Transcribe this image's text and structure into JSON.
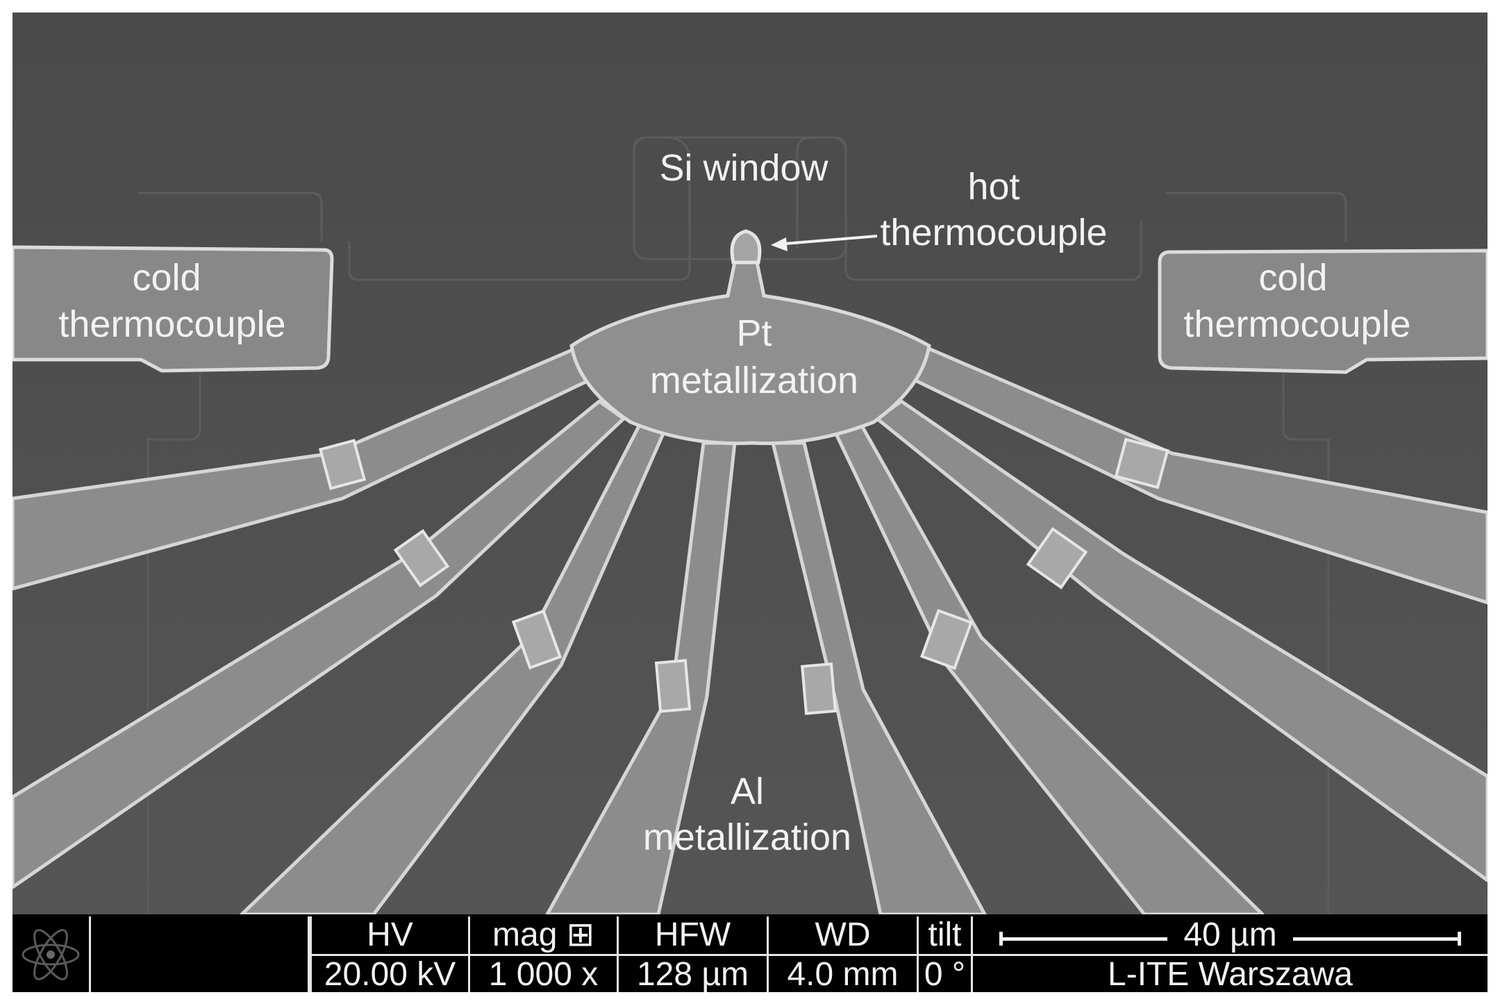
{
  "image_labels": {
    "si_window": "Si window",
    "hot_tc_line1": "hot",
    "hot_tc_line2": "thermocouple",
    "cold_left_line1": "cold",
    "cold_left_line2": "thermocouple",
    "cold_right_line1": "cold",
    "cold_right_line2": "thermocouple",
    "pt_line1": "Pt",
    "pt_line2": "metallization",
    "al_line1": "Al",
    "al_line2": "metallization"
  },
  "databar": {
    "hv_label": "HV",
    "hv_value": "20.00 kV",
    "mag_label": "mag ⊞",
    "mag_value": "1 000 x",
    "hfw_label": "HFW",
    "hfw_value": "128 µm",
    "wd_label": "WD",
    "wd_value": "4.0 mm",
    "tilt_label": "tilt",
    "tilt_value": "0 °",
    "scale_label": "40 µm",
    "institution": "L-ITE Warszawa"
  },
  "colors": {
    "substrate": "#4f4f4f",
    "metal": "#8e8e8e",
    "edge": "#d8d8d8",
    "text": "#f2f2f2"
  },
  "icons": [
    "atom-logo-icon"
  ]
}
